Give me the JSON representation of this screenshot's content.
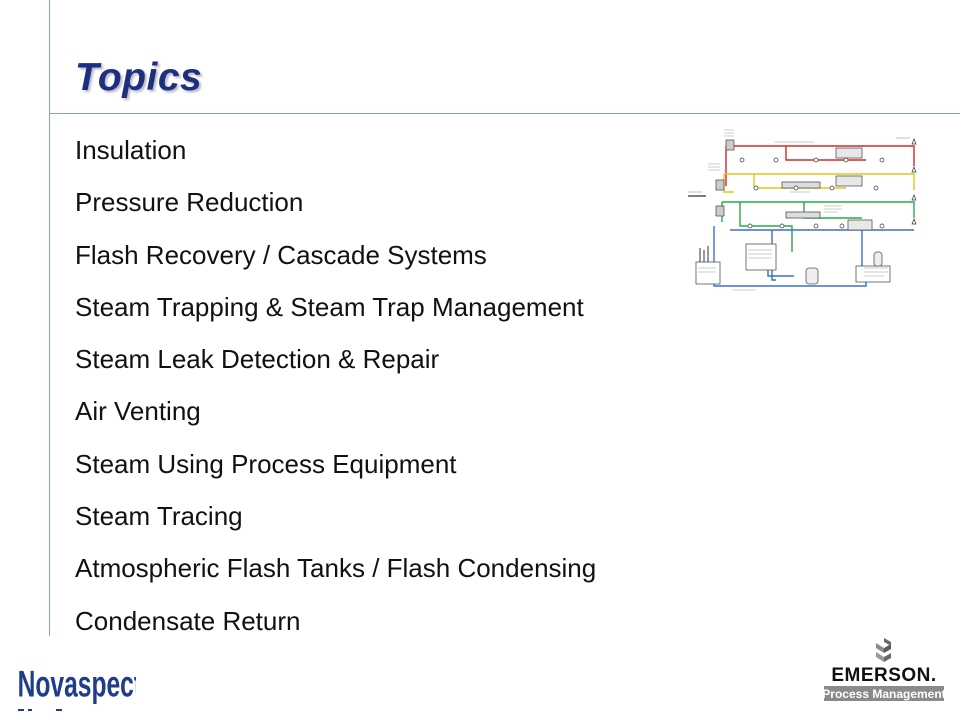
{
  "slide": {
    "title": "Topics",
    "topics": [
      "Insulation",
      "Pressure Reduction",
      "Flash Recovery / Cascade Systems",
      "Steam Trapping & Steam Trap Management",
      "Steam Leak Detection & Repair",
      "Air Venting",
      "Steam Using Process Equipment",
      "Steam Tracing",
      "Atmospheric Flash Tanks / Flash Condensing",
      "Condensate Return"
    ]
  },
  "logos": {
    "left_brand": "Novaspect",
    "right_brand": "EMERSON.",
    "right_tagline": "Process Management"
  },
  "colors": {
    "title": "#1f2f7f",
    "rule": "#7fa7c4",
    "novaspect": "#1f3d8a",
    "emerson_tagline_bg": "#8a8a8a",
    "pipe_red": "#d62828",
    "pipe_yellow": "#e6c619",
    "pipe_green": "#2ea84a",
    "pipe_blue": "#3a6fd0"
  },
  "icons": [
    "steam-system-diagram",
    "emerson-logo-icon"
  ]
}
